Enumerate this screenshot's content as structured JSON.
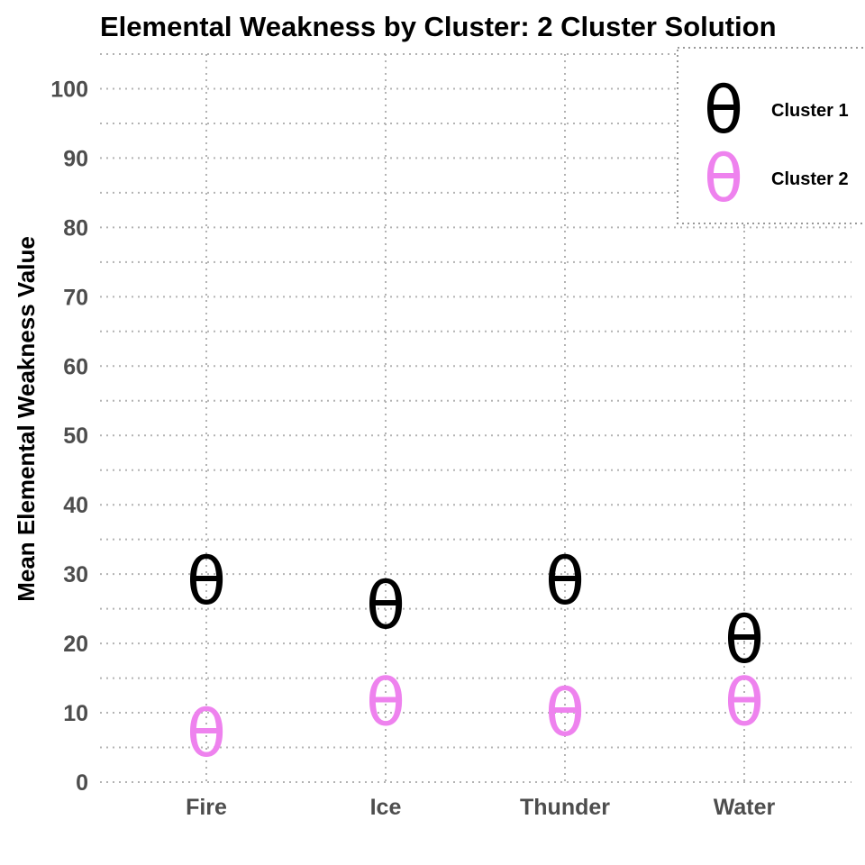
{
  "chart_data": {
    "type": "scatter",
    "title": "Elemental Weakness by Cluster: 2 Cluster Solution",
    "xlabel": "",
    "ylabel": "Mean Elemental Weakness Value",
    "categories": [
      "Fire",
      "Ice",
      "Thunder",
      "Water"
    ],
    "ylim": [
      0,
      105
    ],
    "yticks": [
      0,
      10,
      20,
      30,
      40,
      50,
      60,
      70,
      80,
      90,
      100
    ],
    "grid": true,
    "legend_position": "top-right",
    "marker_symbol": "θ",
    "series": [
      {
        "name": "Cluster 1",
        "color": "#000000",
        "values": [
          29,
          25.5,
          29,
          20.5
        ]
      },
      {
        "name": "Cluster 2",
        "color": "#ee82ee",
        "values": [
          7,
          11.5,
          10,
          11.5
        ]
      }
    ]
  }
}
